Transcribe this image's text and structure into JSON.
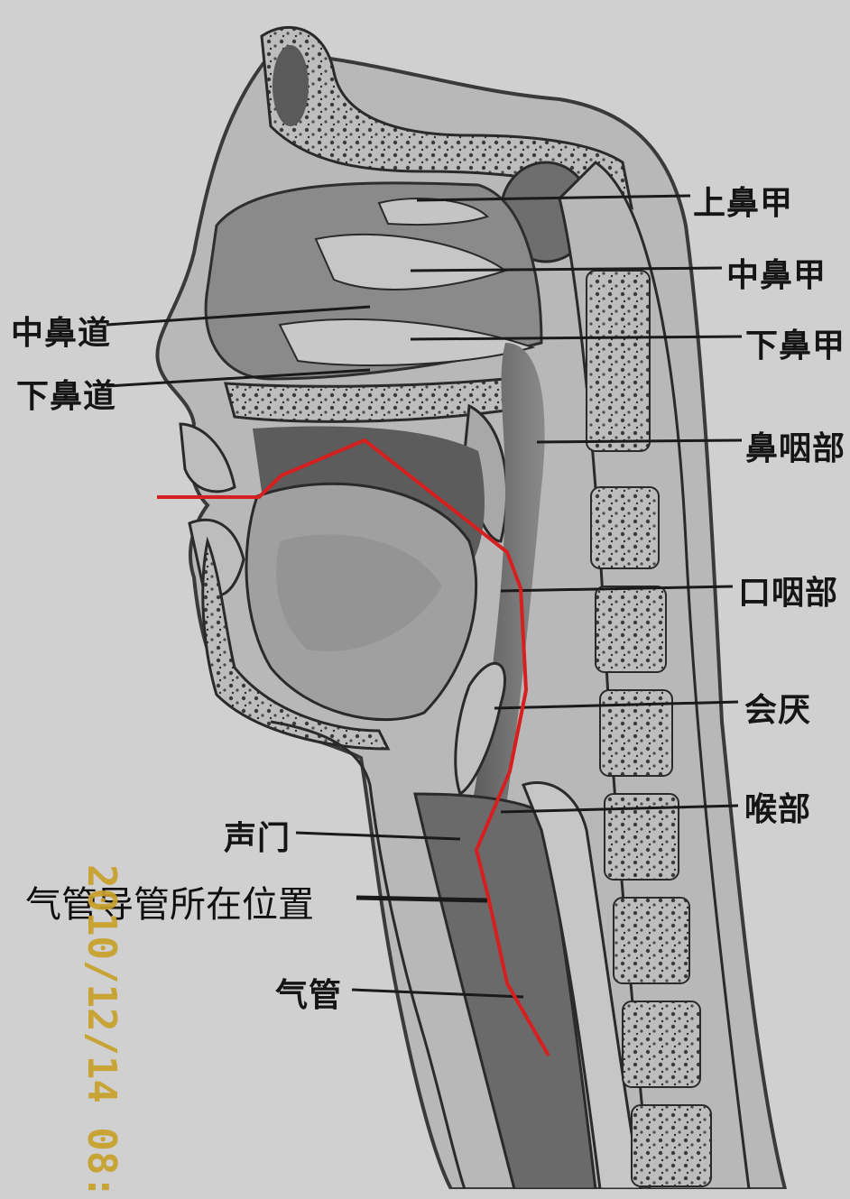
{
  "labels": {
    "superior_turbinate": "上鼻甲",
    "middle_turbinate": "中鼻甲",
    "inferior_turbinate": "下鼻甲",
    "middle_meatus": "中鼻道",
    "inferior_meatus": "下鼻道",
    "nasopharynx": "鼻咽部",
    "oropharynx": "口咽部",
    "epiglottis": "会厌",
    "laryngopharynx": "喉部",
    "glottis": "声门",
    "tube_position": "气管导管所在位置",
    "trachea": "气管"
  },
  "timestamp": "2010/12/14 08:",
  "colors": {
    "tube_line": "#d61f1f",
    "leader_line": "#1a1a1a",
    "timestamp": "#c8a02a"
  }
}
